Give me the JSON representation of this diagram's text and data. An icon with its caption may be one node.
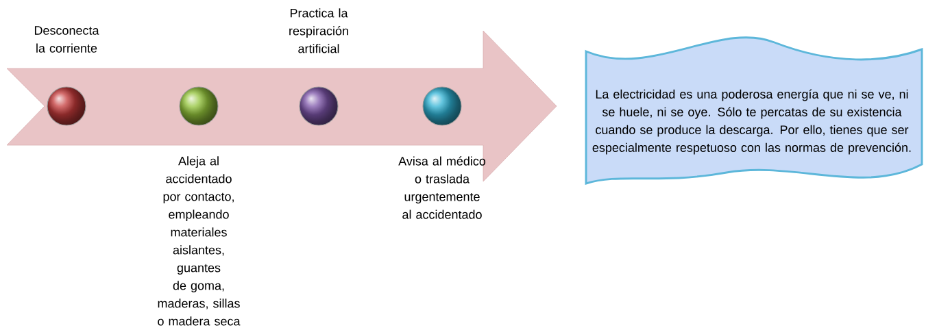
{
  "diagram": {
    "nodes": [
      {
        "text": [],
        "shape": "arrow"
      },
      {
        "text": [
          "Desconecta la corriente"
        ],
        "in": 0
      },
      {
        "text": [
          "Aleja al accidentado por contacto, empleando materiales aislantes, guantes de goma, maderas, sillas o madera seca"
        ],
        "in": 0
      },
      {
        "text": [
          "Practica la respiración artificial"
        ],
        "in": 0
      },
      {
        "text": [
          "Avisa al médico o traslada urgentemente al accidentado"
        ],
        "in": 0
      },
      {
        "text": [
          "La electricidad es una poderosa energía que ni se ve, ni se huele, ni se oye. Sólo te percatas de su existencia cuando se produce la descarga. Por ello, tienes que ser especialmente respetuoso con las normas de prevención."
        ]
      }
    ]
  }
}
